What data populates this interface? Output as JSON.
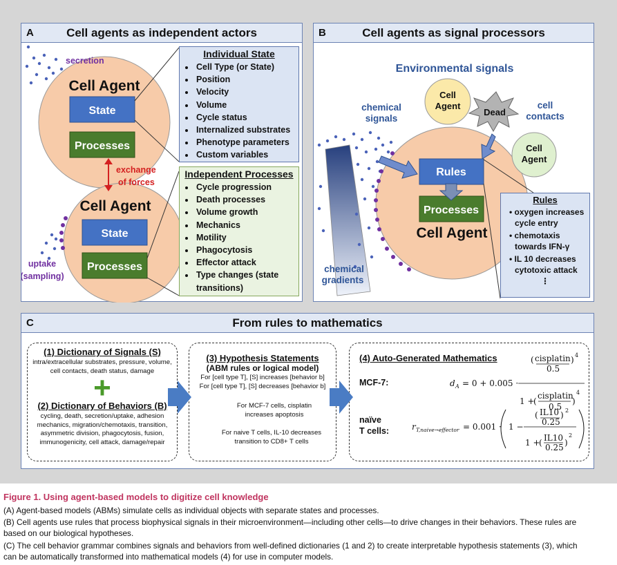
{
  "panel_a": {
    "letter": "A",
    "title": "Cell agents as independent actors",
    "secretion_label": "secretion",
    "uptake_label_1": "uptake",
    "uptake_label_2": "(sampling)",
    "exchange_label_1": "exchange",
    "exchange_label_2": "of forces",
    "cell_agent_label": "Cell Agent",
    "state_label": "State",
    "processes_label": "Processes",
    "individual_state": {
      "title": "Individual State",
      "items": [
        "Cell Type (or State)",
        "Position",
        "Velocity",
        "Volume",
        "Cycle status",
        "Internalized substrates",
        "Phenotype parameters",
        "Custom variables"
      ]
    },
    "independent_processes": {
      "title": "Independent Processes",
      "items": [
        "Cycle progression",
        "Death processes",
        "Volume growth",
        "Mechanics",
        "Motility",
        "Phagocytosis",
        "Effector attack",
        "Type changes (state transitions)"
      ]
    }
  },
  "panel_b": {
    "letter": "B",
    "title": "Cell agents as signal processors",
    "environmental_signals": "Environmental signals",
    "chemical_signals_1": "chemical",
    "chemical_signals_2": "signals",
    "chemical_gradients_1": "chemical",
    "chemical_gradients_2": "gradients",
    "cell_contacts_1": "cell",
    "cell_contacts_2": "contacts",
    "cell_label": "Cell",
    "agent_label": "Agent",
    "dead_label": "Dead",
    "rules_label": "Rules",
    "processes_label": "Processes",
    "cell_agent_label": "Cell Agent",
    "rules_box": {
      "title": "Rules",
      "items": [
        "oxygen increases cycle entry",
        "chemotaxis towards IFN-γ",
        "IL 10 decreases cytotoxic attack"
      ],
      "ellipsis": "⋮"
    }
  },
  "panel_c": {
    "letter": "C",
    "title": "From rules to mathematics",
    "signals": {
      "title": "(1) Dictionary of Signals (S)",
      "text": "intra/extracellular substrates, pressure, volume, cell contacts, death status, damage"
    },
    "plus": "+",
    "behaviors": {
      "title": "(2) Dictionary of Behaviors (B)",
      "text": "cycling, death, secretion/uptake, adhesion mechanics, migration/chemotaxis, transition, asymmetric division, phagocytosis, fusion, immunogenicity, cell attack, damage/repair"
    },
    "hypothesis": {
      "title": "(3) Hypothesis Statements",
      "subtitle": "(ABM rules or logical model)",
      "line1": "For [cell type T], [S] increases [behavior b]",
      "line2": "For [cell type T], [S] decreases [behavior b]",
      "ex1": "For MCF-7 cells, cisplatin increases apoptosis",
      "ex2": "For naive T cells, IL-10 decreases transition to CD8+ T cells"
    },
    "math": {
      "title": "(4) Auto-Generated Mathematics",
      "mcf_label": "MCF-7:",
      "naive_label_1": "naïve",
      "naive_label_2": "T cells:"
    }
  },
  "caption": {
    "title": "Figure 1. Using agent-based models to digitize cell knowledge",
    "a": "(A) Agent-based models (ABMs) simulate cells as individual objects with separate states and processes.",
    "b1": "(B) Cell agents use rules that process biophysical signals in their microenvironment—including other cells—to drive changes in their behaviors. These rules are",
    "b2": "based on our biological hypotheses.",
    "c1": "(C) The cell behavior grammar combines signals and behaviors from well-defined dictionaries (1 and 2) to create interpretable hypothesis statements (3), which",
    "c2": "can be automatically transformed into mathematical models (4) for use in computer models."
  },
  "colors": {
    "cell_fill": "#f7cba9",
    "state_blue": "#4472c4",
    "process_green": "#4a7c2d",
    "small_cell": "#fbe9a9",
    "green_cell": "#dff0cf",
    "arrow_blue": "#4a7cc4",
    "red_arrow": "#d42020",
    "purple": "#7030a0",
    "caption_title": "#c0345f"
  }
}
